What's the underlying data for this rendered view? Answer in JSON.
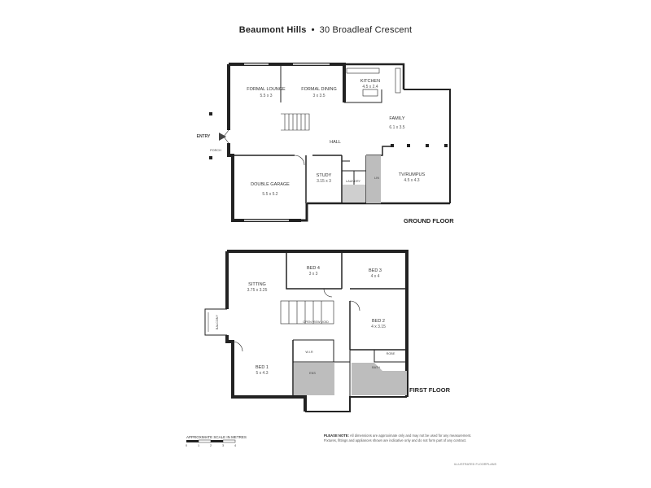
{
  "header": {
    "suburb": "Beaumont Hills",
    "separator": "•",
    "address": "30 Broadleaf Crescent"
  },
  "ground_floor": {
    "label": "GROUND FLOOR",
    "entry": "ENTRY",
    "porch": "PORCH",
    "rooms": {
      "formal_lounge": {
        "name": "FORMAL LOUNGE",
        "dim": "5.5 x 3"
      },
      "formal_dining": {
        "name": "FORMAL DINING",
        "dim": "3 x 3.5"
      },
      "kitchen": {
        "name": "KITCHEN",
        "dim": "4.5 x 2.4"
      },
      "family": {
        "name": "FAMILY",
        "dim": "6.1 x 3.5"
      },
      "double_garage": {
        "name": "DOUBLE GARAGE",
        "dim": "5.5 x 5.2"
      },
      "study": {
        "name": "STUDY",
        "dim": "3.15 x 3"
      },
      "rumpus": {
        "name": "TV/RUMPUS",
        "dim": "4.5 x 4.3"
      },
      "hall": "HALL",
      "linen": "LIN",
      "laundry": "LAUNDRY"
    }
  },
  "first_floor": {
    "label": "FIRST FLOOR",
    "balcony": "BALCONY",
    "open_view": "OPEN VIEW VOID",
    "rooms": {
      "sitting": {
        "name": "SITTING",
        "dim": "3.75 x 3.25"
      },
      "bed4": {
        "name": "BED 4",
        "dim": "3 x 3"
      },
      "bed3": {
        "name": "BED 3",
        "dim": "4 x 4"
      },
      "bed2": {
        "name": "BED 2",
        "dim": "4 x 3.15"
      },
      "bed1": {
        "name": "BED 1",
        "dim": "5 x 4.3"
      },
      "wir": "W.I.R",
      "ens": "ENS",
      "bath": "BATH",
      "robe": "ROBE"
    }
  },
  "footer": {
    "scale": "APPROXIMATE SCALE IN METRES",
    "scale_ticks": [
      "0",
      "1",
      "2",
      "3",
      "4"
    ],
    "note_title": "PLEASE NOTE:",
    "note_text": "All dimensions are approximate only and may not be used for any measurement. Fixtures, fittings and appliances shown are indicative only and do not form part of any contract.",
    "credit": "ILLUSTRATED FLOORPLANS"
  }
}
